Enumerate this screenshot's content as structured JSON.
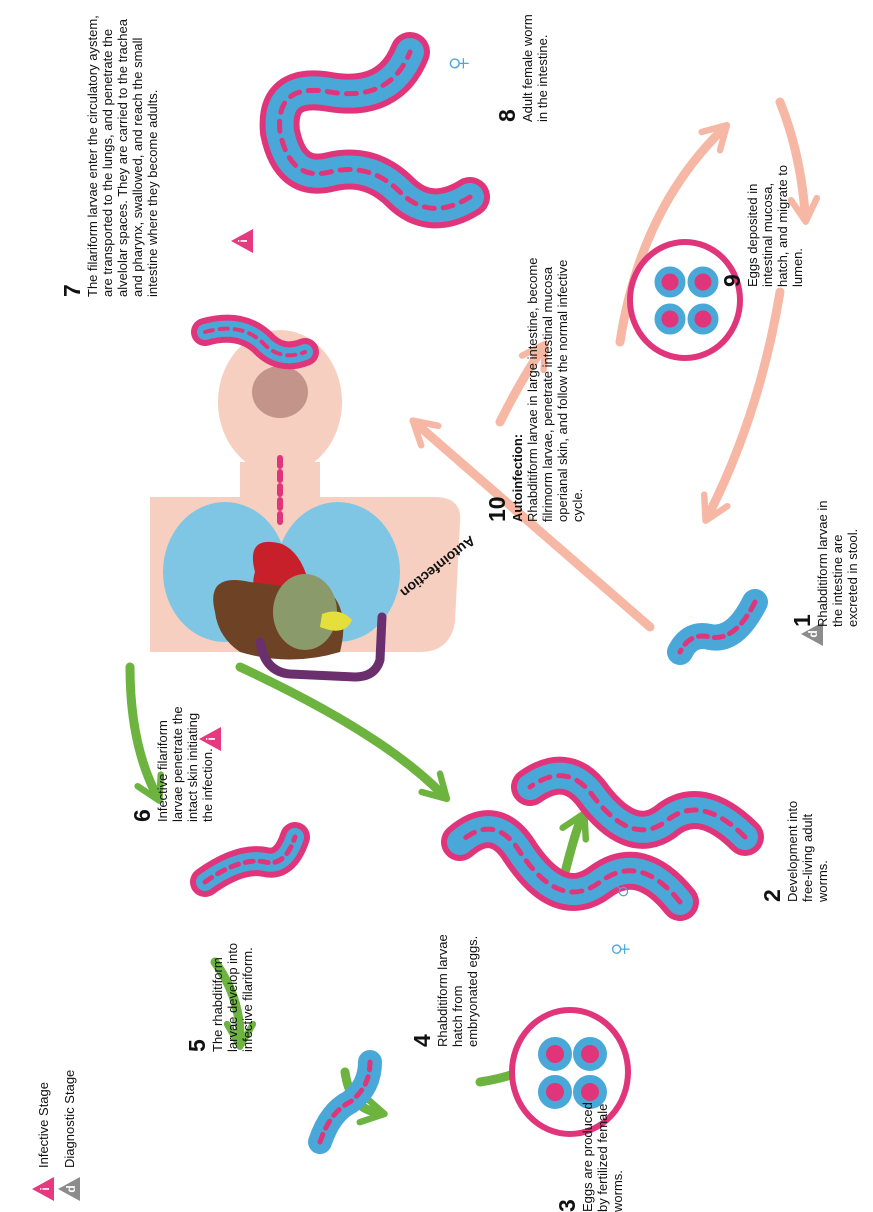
{
  "legend": {
    "infective": {
      "letter": "i",
      "label": "Infective Stage",
      "color": "#e6397f"
    },
    "diagnostic": {
      "letter": "d",
      "label": "Diagnostic Stage",
      "color": "#8c8c8c"
    }
  },
  "steps": {
    "s1": {
      "num": "1",
      "text": "Rhabditiform larvae in the intestine are excreted in stool."
    },
    "s2": {
      "num": "2",
      "text": "Development into free-living adult worms."
    },
    "s3": {
      "num": "3",
      "text": "Eggs are produced by fertilized female worms."
    },
    "s4": {
      "num": "4",
      "text": "Rhabditiform larvae hatch from embryonated eggs."
    },
    "s5": {
      "num": "5",
      "text": "The rhabditiform larvae develop into infective filariform."
    },
    "s6": {
      "num": "6",
      "text": "Infective filariform larvae penetrate the intact skin initiating the infection."
    },
    "s7": {
      "num": "7",
      "text": "The filariform larvae enter the circulatory aystem, are transported to the lungs, and penetrate the alvelolar spaces. They are carried to the trachea and pharynx, swallowed, and reach the small intestine where they become adults."
    },
    "s8": {
      "num": "8",
      "text": "Adult female worm in the intestine."
    },
    "s9": {
      "num": "9",
      "text": "Eggs deposited in intestinal mucosa, hatch, and migrate to lumen."
    },
    "s10": {
      "num": "10",
      "title": "Autoinfection:",
      "text": "Rhabditiform larvae in large intestine, become filrimorm larvae, penetrate intestinal mucosa operianal skin, and follow the normal infective cycle."
    }
  },
  "arc_label": "Autoinfection",
  "sex_symbols": {
    "female": "♀",
    "male": "♂"
  },
  "colors": {
    "larva_blue": "#4aa8d8",
    "larva_pink": "#e0357a",
    "arrow_green": "#6cb33f",
    "arrow_salmon": "#f6b8a4",
    "body_skin": "#f6cfc0"
  }
}
